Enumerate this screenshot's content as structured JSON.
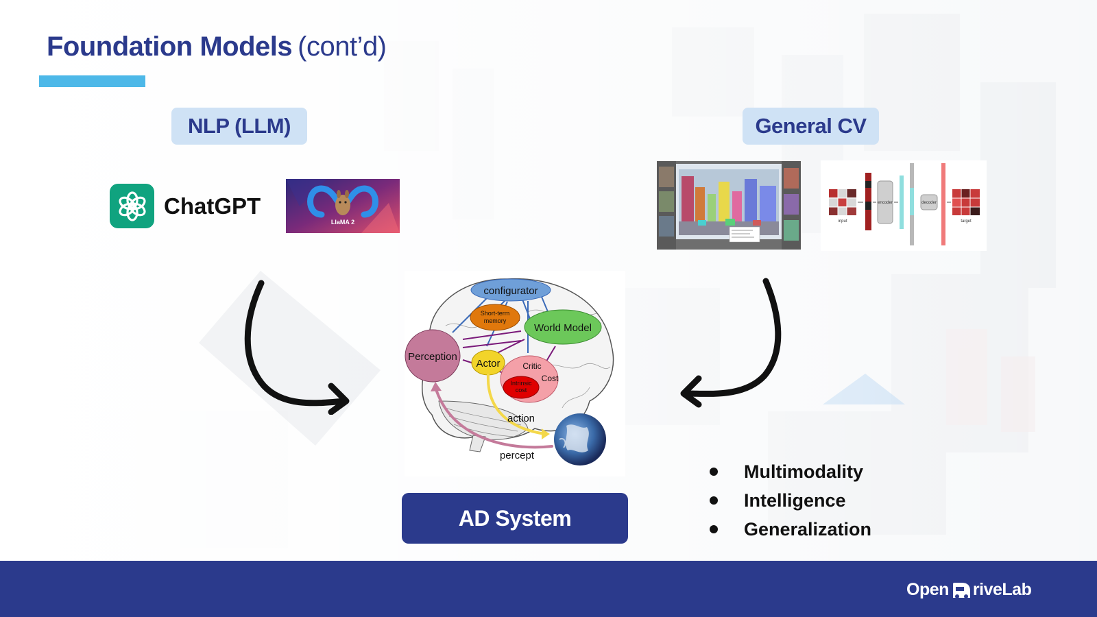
{
  "slide": {
    "title_bold": "Foundation Models",
    "title_light": "(cont’d)"
  },
  "tags": {
    "nlp": "NLP (LLM)",
    "cv": "General CV"
  },
  "nlp_logos": {
    "chatgpt_name": "ChatGPT",
    "llama_caption": "LlaMA 2"
  },
  "cv_figures": {
    "encoder_label": "encoder",
    "decoder_label": "decoder",
    "input_label": "input",
    "target_label": "target"
  },
  "brain_diagram": {
    "nodes": {
      "configurator": "configurator",
      "short_term_memory_line1": "Short-term",
      "short_term_memory_line2": "memory",
      "world_model": "World Model",
      "perception": "Perception",
      "actor": "Actor",
      "critic": "Critic",
      "cost": "Cost",
      "intrinsic_cost_line1": "Intrinsic",
      "intrinsic_cost_line2": "cost"
    },
    "edges": {
      "action": "action",
      "percept": "percept"
    }
  },
  "ad_system": {
    "label": "AD System"
  },
  "bullets": [
    "Multimodality",
    "Intelligence",
    "Generalization"
  ],
  "footer": {
    "logo_part1": "Open",
    "logo_part2": "riveLab"
  },
  "colors": {
    "title": "#2b3a8c",
    "title_bar": "#4db8e8",
    "tag_bg": "#cfe2f5",
    "footer_bg": "#2b3a8c",
    "chatgpt_green": "#10a37f"
  }
}
